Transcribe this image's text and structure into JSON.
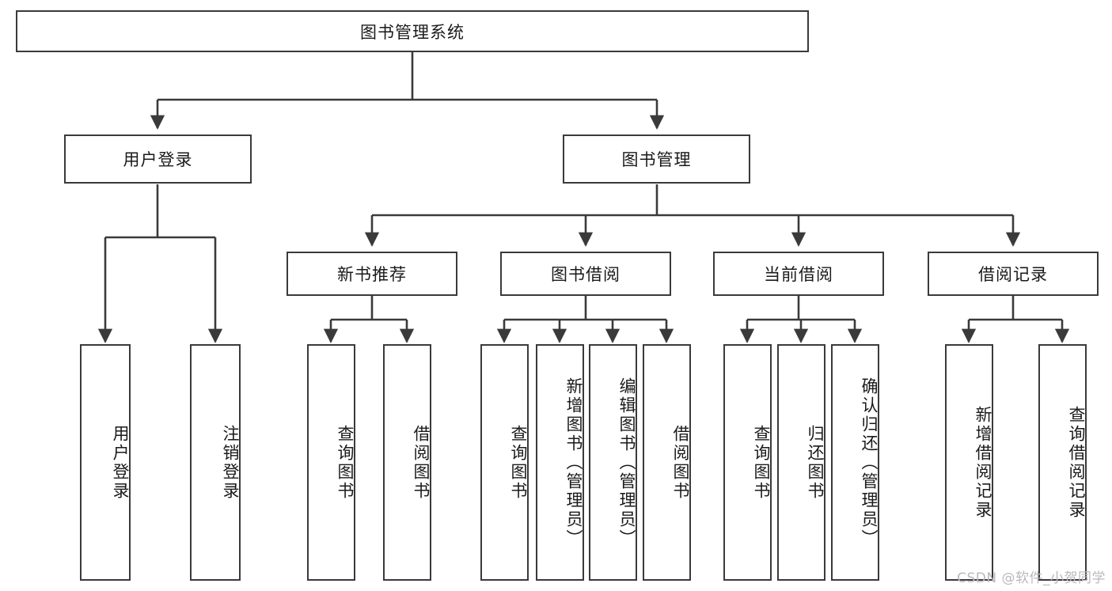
{
  "diagram": {
    "type": "tree",
    "title_node": {
      "label": "图书管理系统"
    },
    "level2": [
      {
        "id": "user-login",
        "label": "用户登录"
      },
      {
        "id": "book-management",
        "label": "图书管理"
      }
    ],
    "level3": [
      {
        "id": "new-book-recommend",
        "label": "新书推荐"
      },
      {
        "id": "book-borrow",
        "label": "图书借阅"
      },
      {
        "id": "current-borrow",
        "label": "当前借阅"
      },
      {
        "id": "borrow-record",
        "label": "借阅记录"
      }
    ],
    "leaves": [
      {
        "id": "leaf-user-login",
        "label": "用户登录",
        "parent": "user-login"
      },
      {
        "id": "leaf-logout-login",
        "label": "注销登录",
        "parent": "user-login"
      },
      {
        "id": "leaf-query-book-1",
        "label": "查询图书",
        "parent": "new-book-recommend"
      },
      {
        "id": "leaf-borrow-book-1",
        "label": "借阅图书",
        "parent": "new-book-recommend"
      },
      {
        "id": "leaf-query-book-2",
        "label": "查询图书",
        "parent": "book-borrow"
      },
      {
        "id": "leaf-add-book",
        "label": "新增图书（管理员）",
        "parent": "book-borrow"
      },
      {
        "id": "leaf-edit-book",
        "label": "编辑图书（管理员）",
        "parent": "book-borrow"
      },
      {
        "id": "leaf-borrow-book-2",
        "label": "借阅图书",
        "parent": "book-borrow"
      },
      {
        "id": "leaf-query-book-3",
        "label": "查询图书",
        "parent": "current-borrow"
      },
      {
        "id": "leaf-return-book",
        "label": "归还图书",
        "parent": "current-borrow"
      },
      {
        "id": "leaf-confirm-return",
        "label": "确认归还（管理员）",
        "parent": "current-borrow"
      },
      {
        "id": "leaf-add-record",
        "label": "新增借阅记录",
        "parent": "borrow-record"
      },
      {
        "id": "leaf-query-record",
        "label": "查询借阅记录",
        "parent": "borrow-record"
      }
    ],
    "watermark": "CSDN @软件_小贺同学",
    "colors": {
      "stroke": "#3a3a3a",
      "background": "#ffffff",
      "text": "#1a1a1a",
      "watermark": "#b9b9b9"
    }
  }
}
